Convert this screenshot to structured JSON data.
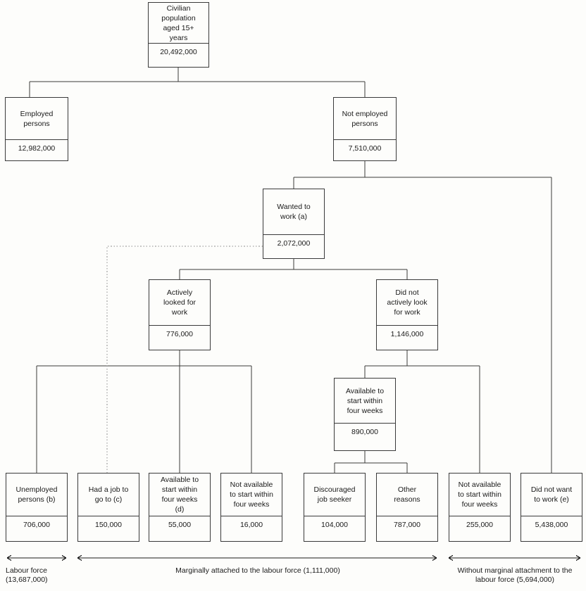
{
  "diagram": {
    "title": "Labour force framework flowchart",
    "nodes": [
      {
        "id": "civilian",
        "label": "Civilian\npopulation\naged 15+\nyears",
        "value": "20,492,000"
      },
      {
        "id": "employed",
        "label": "Employed\npersons",
        "value": "12,982,000"
      },
      {
        "id": "notemp",
        "label": "Not employed\npersons",
        "value": "7,510,000"
      },
      {
        "id": "wanted",
        "label": "Wanted to\nwork (a)",
        "value": "2,072,000"
      },
      {
        "id": "actively",
        "label": "Actively\nlooked for\nwork",
        "value": "776,000"
      },
      {
        "id": "notactive",
        "label": "Did not\nactively look\nfor work",
        "value": "1,146,000"
      },
      {
        "id": "avail890",
        "label": "Available to\nstart within\nfour weeks",
        "value": "890,000"
      },
      {
        "id": "unemployed",
        "label": "Unemployed\npersons (b)",
        "value": "706,000"
      },
      {
        "id": "hadjob",
        "label": "Had a job to\ngo to (c)",
        "value": "150,000"
      },
      {
        "id": "avail55",
        "label": "Available to\nstart within\nfour weeks\n(d)",
        "value": "55,000"
      },
      {
        "id": "notavail16",
        "label": "Not available\nto start within\nfour weeks",
        "value": "16,000"
      },
      {
        "id": "discouraged",
        "label": "Discouraged\njob seeker",
        "value": "104,000"
      },
      {
        "id": "other",
        "label": "Other\nreasons",
        "value": "787,000"
      },
      {
        "id": "notavail255",
        "label": "Not available\nto start within\nfour weeks",
        "value": "255,000"
      },
      {
        "id": "didnotwant",
        "label": "Did not want\nto work (e)",
        "value": "5,438,000"
      }
    ],
    "brackets": [
      {
        "id": "labour-force",
        "label": "Labour force\n(13,687,000)"
      },
      {
        "id": "marginally-attached",
        "label": "Marginally attached to the labour force (1,111,000)"
      },
      {
        "id": "without-attachment",
        "label": "Without marginal attachment to the\nlabour force (5,694,000)"
      }
    ],
    "colors": {
      "line": "#3a3a3a",
      "background": "#fdfdfb",
      "text": "#1a1a1a"
    }
  }
}
